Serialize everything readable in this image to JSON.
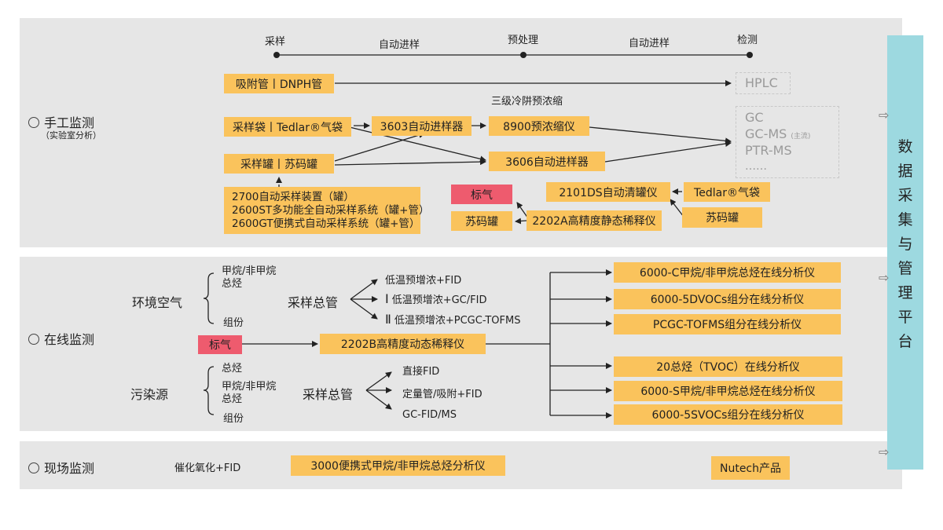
{
  "timeline": {
    "stage1": "采样",
    "stage2": "预处理",
    "stage3": "检测",
    "step1": "自动进样",
    "step2": "自动进样"
  },
  "sections": {
    "manual": "手工监测",
    "manual_sub": "（实验室分析）",
    "online": "在线监测",
    "field": "现场监测"
  },
  "manual": {
    "adsorb_tube": "吸附管丨DNPH管",
    "bag": "采样袋丨Tedlar®气袋",
    "canister": "采样罐丨苏码罐",
    "sampler3603": "3603自动进样器",
    "precon8900": "8900预浓缩仪",
    "sampler3606": "3606自动进样器",
    "cryo_label": "三级冷阱预浓缩",
    "hplc": "HPLC",
    "gc_list": [
      "GC",
      "GC-MS",
      "PTR-MS",
      "……"
    ],
    "gcms_note": "(主流)",
    "auto_samplers": [
      "2700自动采样装置（罐）",
      "2600ST多功能全自动采样系统（罐+管）",
      "2600GT便携式自动采样系统（罐+管）"
    ],
    "std_gas": "标气",
    "suma_can_left": "苏码罐",
    "diluter2202a": "2202A高精度静态稀释仪",
    "cleaner2101": "2101DS自动清罐仪",
    "tedlar_bag": "Tedlar®气袋",
    "suma_can_right": "苏码罐"
  },
  "online": {
    "ambient": "环境空气",
    "ambient_items": [
      "甲烷/非甲烷",
      "总烃",
      "组份"
    ],
    "ambient_pipe": "采样总管",
    "ambient_methods": [
      "低温预增浓+FID",
      "低温预增浓+GC/FID",
      "低温预增浓+PCGC-TOFMS"
    ],
    "roman1": "Ⅰ",
    "roman2": "Ⅱ",
    "std_gas": "标气",
    "diluter2202b": "2202B高精度动态稀释仪",
    "source": "污染源",
    "source_items": [
      "总烃",
      "甲烷/非甲烷",
      "总烃",
      "组份"
    ],
    "source_pipe": "采样总管",
    "source_methods": [
      "直接FID",
      "定量管/吸附+FID",
      "GC-FID/MS"
    ],
    "analyzers": [
      "6000-C甲烷/非甲烷总烃在线分析仪",
      "6000-5DVOCs组分在线分析仪",
      "PCGC-TOFMS组分在线分析仪",
      "20总烃（TVOC）在线分析仪",
      "6000-S甲烷/非甲烷总烃在线分析仪",
      "6000-5SVOCs组分在线分析仪"
    ]
  },
  "field": {
    "method": "催化氧化+FID",
    "analyzer3000": "3000便携式甲烷/非甲烷总烃分析仪",
    "legend": "Nutech产品"
  },
  "platform": {
    "chars": [
      "数",
      "据",
      "采",
      "集",
      "与",
      "管",
      "理",
      "平",
      "台"
    ]
  },
  "colors": {
    "product_box": "#fac35c",
    "std_gas_box": "#ee5b6e",
    "platform_bar": "#9dd9e0",
    "panel": "#e6e6e6"
  }
}
